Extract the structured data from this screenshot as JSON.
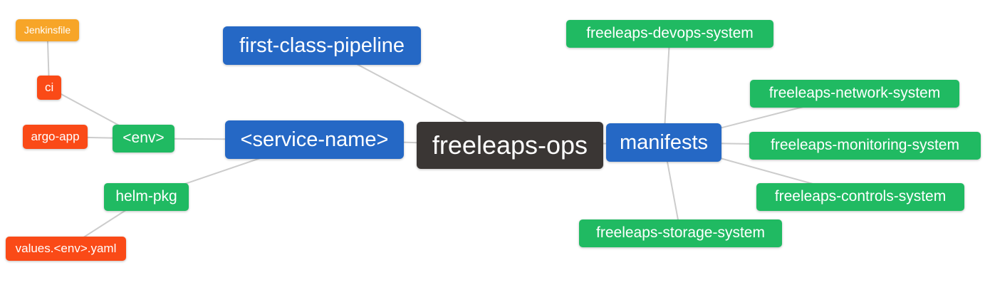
{
  "palette": {
    "root": "#3a3634",
    "branch_blue": "#2568c5",
    "leaf_green": "#20ba62",
    "leaf_red": "#fa4a17",
    "leaf_orange": "#f7a528",
    "edge": "#cccccc"
  },
  "nodes": [
    {
      "id": "freeleaps-ops",
      "label": "freeleaps-ops",
      "level": 0,
      "color": "root"
    },
    {
      "id": "first-class-pipeline",
      "label": "first-class-pipeline",
      "level": 1,
      "color": "branch_blue"
    },
    {
      "id": "service-name",
      "label": "<service-name>",
      "level": 1,
      "color": "branch_blue"
    },
    {
      "id": "manifests",
      "label": "manifests",
      "level": 1,
      "color": "branch_blue"
    },
    {
      "id": "env",
      "label": "<env>",
      "level": 2,
      "color": "leaf_green"
    },
    {
      "id": "helm-pkg",
      "label": "helm-pkg",
      "level": 2,
      "color": "leaf_green"
    },
    {
      "id": "freeleaps-devops-system",
      "label": "freeleaps-devops-system",
      "level": 2,
      "color": "leaf_green"
    },
    {
      "id": "freeleaps-network-system",
      "label": "freeleaps-network-system",
      "level": 2,
      "color": "leaf_green"
    },
    {
      "id": "freeleaps-monitoring-system",
      "label": "freeleaps-monitoring-system",
      "level": 2,
      "color": "leaf_green"
    },
    {
      "id": "freeleaps-controls-system",
      "label": "freeleaps-controls-system",
      "level": 2,
      "color": "leaf_green"
    },
    {
      "id": "freeleaps-storage-system",
      "label": "freeleaps-storage-system",
      "level": 2,
      "color": "leaf_green"
    },
    {
      "id": "ci",
      "label": "ci",
      "level": 3,
      "color": "leaf_red"
    },
    {
      "id": "argo-app",
      "label": "argo-app",
      "level": 3,
      "color": "leaf_red"
    },
    {
      "id": "values-env-yaml",
      "label": "values.<env>.yaml",
      "level": 3,
      "color": "leaf_red"
    },
    {
      "id": "jenkinsfile",
      "label": "Jenkinsfile",
      "level": 4,
      "color": "leaf_orange"
    }
  ],
  "edges": [
    [
      "freeleaps-ops",
      "first-class-pipeline"
    ],
    [
      "freeleaps-ops",
      "service-name"
    ],
    [
      "freeleaps-ops",
      "manifests"
    ],
    [
      "service-name",
      "env"
    ],
    [
      "service-name",
      "helm-pkg"
    ],
    [
      "env",
      "ci"
    ],
    [
      "env",
      "argo-app"
    ],
    [
      "ci",
      "jenkinsfile"
    ],
    [
      "helm-pkg",
      "values-env-yaml"
    ],
    [
      "manifests",
      "freeleaps-devops-system"
    ],
    [
      "manifests",
      "freeleaps-network-system"
    ],
    [
      "manifests",
      "freeleaps-monitoring-system"
    ],
    [
      "manifests",
      "freeleaps-controls-system"
    ],
    [
      "manifests",
      "freeleaps-storage-system"
    ]
  ]
}
